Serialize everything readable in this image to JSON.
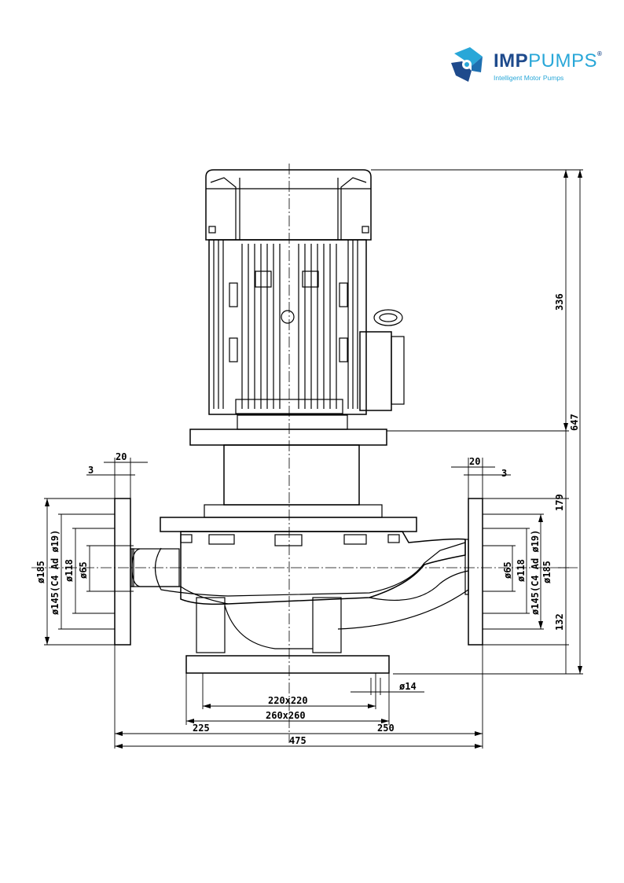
{
  "brand": {
    "name_bold": "IMP",
    "name_light": "PUMPS",
    "registered": "®",
    "tagline": "Intelligent Motor Pumps",
    "colors": {
      "dark": "#1e4a8c",
      "light": "#29a7d8"
    }
  },
  "dimensions": {
    "motor_height": "336",
    "total_height": "647",
    "flange_to_base": "179",
    "axis_to_floor": "132",
    "flange_thk_left": "20",
    "gasket_left": "3",
    "flange_thk_right": "20",
    "gasket_right": "3",
    "flange_d_left": "ø185",
    "bolt_pcd_left": "ø145(C4 Ad ø19)",
    "raised_face_left": "ø118",
    "bore_left": "ø65",
    "flange_d_right": "ø185",
    "bolt_pcd_right": "ø145(C4 Ad ø19)",
    "raised_face_right": "ø118",
    "bore_right": "ø65",
    "base_hole": "ø14",
    "base_bolt_span": "220x220",
    "base_size": "260x260",
    "left_to_axis": "225",
    "axis_to_right": "250",
    "total_length": "475"
  }
}
